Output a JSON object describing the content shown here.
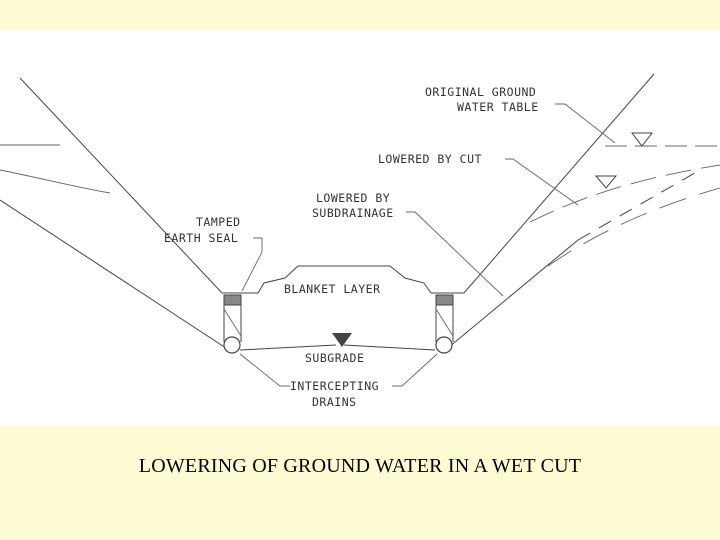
{
  "diagram": {
    "labels": {
      "original_ground_water_table_line1": "ORIGINAL GROUND",
      "original_ground_water_table_line2": "WATER TABLE",
      "lowered_by_cut": "LOWERED BY CUT",
      "lowered_by_subdrainage_line1": "LOWERED BY",
      "lowered_by_subdrainage_line2": "SUBDRAINAGE",
      "tamped_earth_seal_line1": "TAMPED",
      "tamped_earth_seal_line2": "EARTH SEAL",
      "blanket_layer": "BLANKET LAYER",
      "subgrade": "SUBGRADE",
      "intercepting_drains_line1": "INTERCEPTING",
      "intercepting_drains_line2": "DRAINS"
    }
  },
  "caption": "LOWERING OF GROUND WATER IN A WET CUT",
  "colors": {
    "slide_background": "#fdfbd3",
    "drawing_background": "#ffffff",
    "line_color": "#444444"
  }
}
